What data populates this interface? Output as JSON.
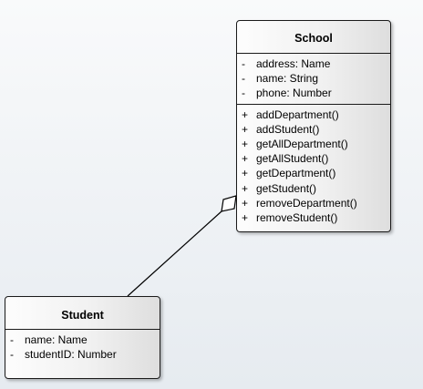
{
  "school": {
    "name": "School",
    "attributes": [
      {
        "visibility": "-",
        "text": "address: Name"
      },
      {
        "visibility": "-",
        "text": "name: String"
      },
      {
        "visibility": "-",
        "text": "phone: Number"
      }
    ],
    "operations": [
      {
        "visibility": "+",
        "text": "addDepartment()"
      },
      {
        "visibility": "+",
        "text": "addStudent()"
      },
      {
        "visibility": "+",
        "text": "getAllDepartment()"
      },
      {
        "visibility": "+",
        "text": "getAllStudent()"
      },
      {
        "visibility": "+",
        "text": "getDepartment()"
      },
      {
        "visibility": "+",
        "text": "getStudent()"
      },
      {
        "visibility": "+",
        "text": "removeDepartment()"
      },
      {
        "visibility": "+",
        "text": "removeStudent()"
      }
    ]
  },
  "student": {
    "name": "Student",
    "attributes": [
      {
        "visibility": "-",
        "text": "name: Name"
      },
      {
        "visibility": "-",
        "text": "studentID: Number"
      }
    ]
  },
  "relationship": {
    "type": "aggregation",
    "whole": "School",
    "part": "Student"
  }
}
